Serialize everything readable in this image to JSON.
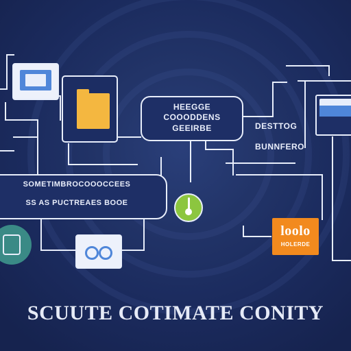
{
  "colors": {
    "background": "#1b2b5e",
    "line": "#e8eefb",
    "folder": "#f4b740",
    "monitor_screen": "#4f86d9",
    "settings_badge": "#8cc63f",
    "logo_orange": "#f28a1e",
    "network_badge": "#3a8a86"
  },
  "icons": {
    "monitor_left": "monitor-icon",
    "folder": "folder-icon",
    "monitor_right": "monitor-icon",
    "settings": "gauge-icon",
    "network": "network-icon",
    "toggle": "toggle-icon",
    "logo": "brand-logo"
  },
  "center_node": {
    "line1": "HEEGGE",
    "line2": "COOODDENS",
    "line3": "GEEIRBE"
  },
  "right_node": {
    "line1": "DESTTOG",
    "line2": "BUNNFERO"
  },
  "left_banner": {
    "line1": "SOMETIMBROCOOOCCEES",
    "line2": "SS AS  PUCTREAES  BOOE"
  },
  "logo_text": "loolo",
  "logo_subtext": "HOLERDE",
  "footer_title": "SCUUTE COTIMATE CONITY"
}
